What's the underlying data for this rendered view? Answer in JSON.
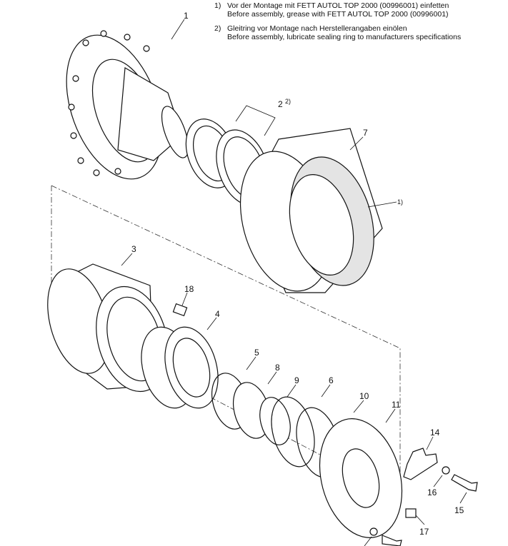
{
  "notes": [
    {
      "num": "1)",
      "de": "Vor der Montage mit FETT AUTOL TOP 2000 (00996001) einfetten",
      "en": "Before assembly, grease with FETT AUTOL TOP 2000 (00996001)"
    },
    {
      "num": "2)",
      "de": "Gleitring vor Montage nach Herstellerangaben einölen",
      "en": "Before assembly, lubricate sealing ring to manufacturers specifications"
    }
  ],
  "callouts": {
    "p1": "1",
    "p2": "2",
    "p2_note": "2)",
    "p7": "7",
    "note1": "1)",
    "p3": "3",
    "p18": "18",
    "p4": "4",
    "p5": "5",
    "p8": "8",
    "p9": "9",
    "p6": "6",
    "p10": "10",
    "p11": "11",
    "p14": "14",
    "p16": "16",
    "p15": "15",
    "p17": "17"
  }
}
